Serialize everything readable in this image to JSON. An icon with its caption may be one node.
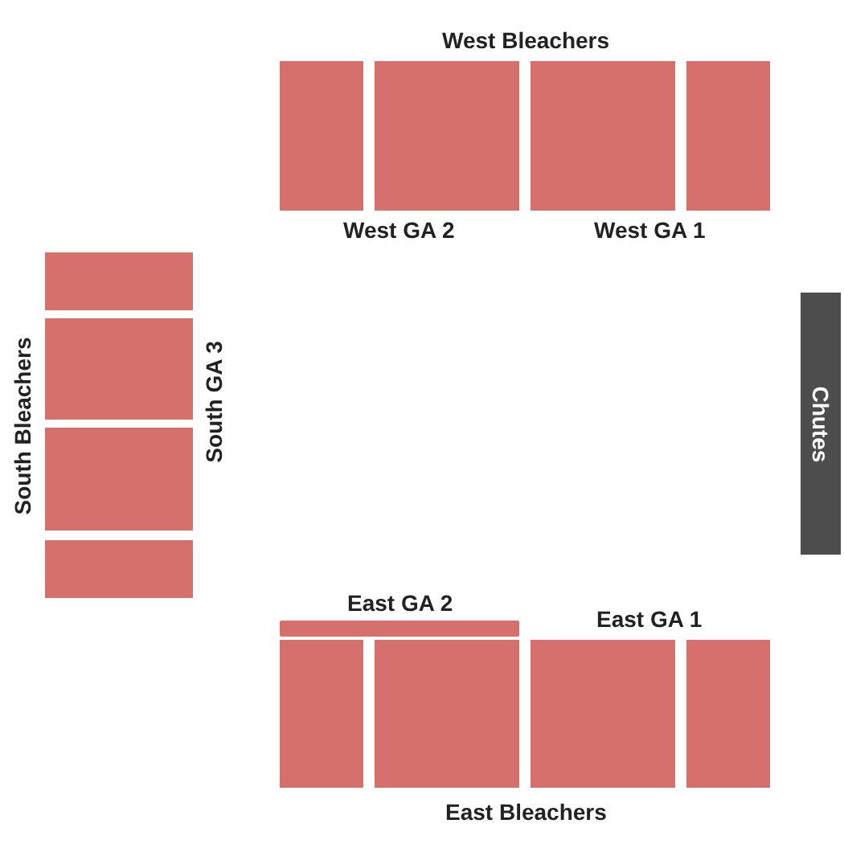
{
  "diagram": {
    "nodes": [
      {
        "text": [],
        "shape": "box"
      },
      {
        "text": [],
        "shape": "box"
      },
      {
        "text": [],
        "shape": "box"
      },
      {
        "text": [],
        "shape": "box"
      },
      {
        "text": [],
        "shape": "box"
      },
      {
        "text": [],
        "shape": "box"
      },
      {
        "text": [],
        "shape": "box"
      },
      {
        "text": [],
        "shape": "box"
      },
      {
        "text": [
          "Chutes"
        ]
      },
      {
        "text": [],
        "shape": "bar"
      },
      {
        "text": [],
        "shape": "box"
      },
      {
        "text": [],
        "shape": "box"
      },
      {
        "text": [],
        "shape": "box"
      },
      {
        "text": [],
        "shape": "box"
      }
    ],
    "labels": [
      "West Bleachers",
      "West GA 2",
      "West GA 1",
      "South Bleachers",
      "South GA 3",
      "East GA 2",
      "East GA 1",
      "East Bleachers"
    ]
  }
}
